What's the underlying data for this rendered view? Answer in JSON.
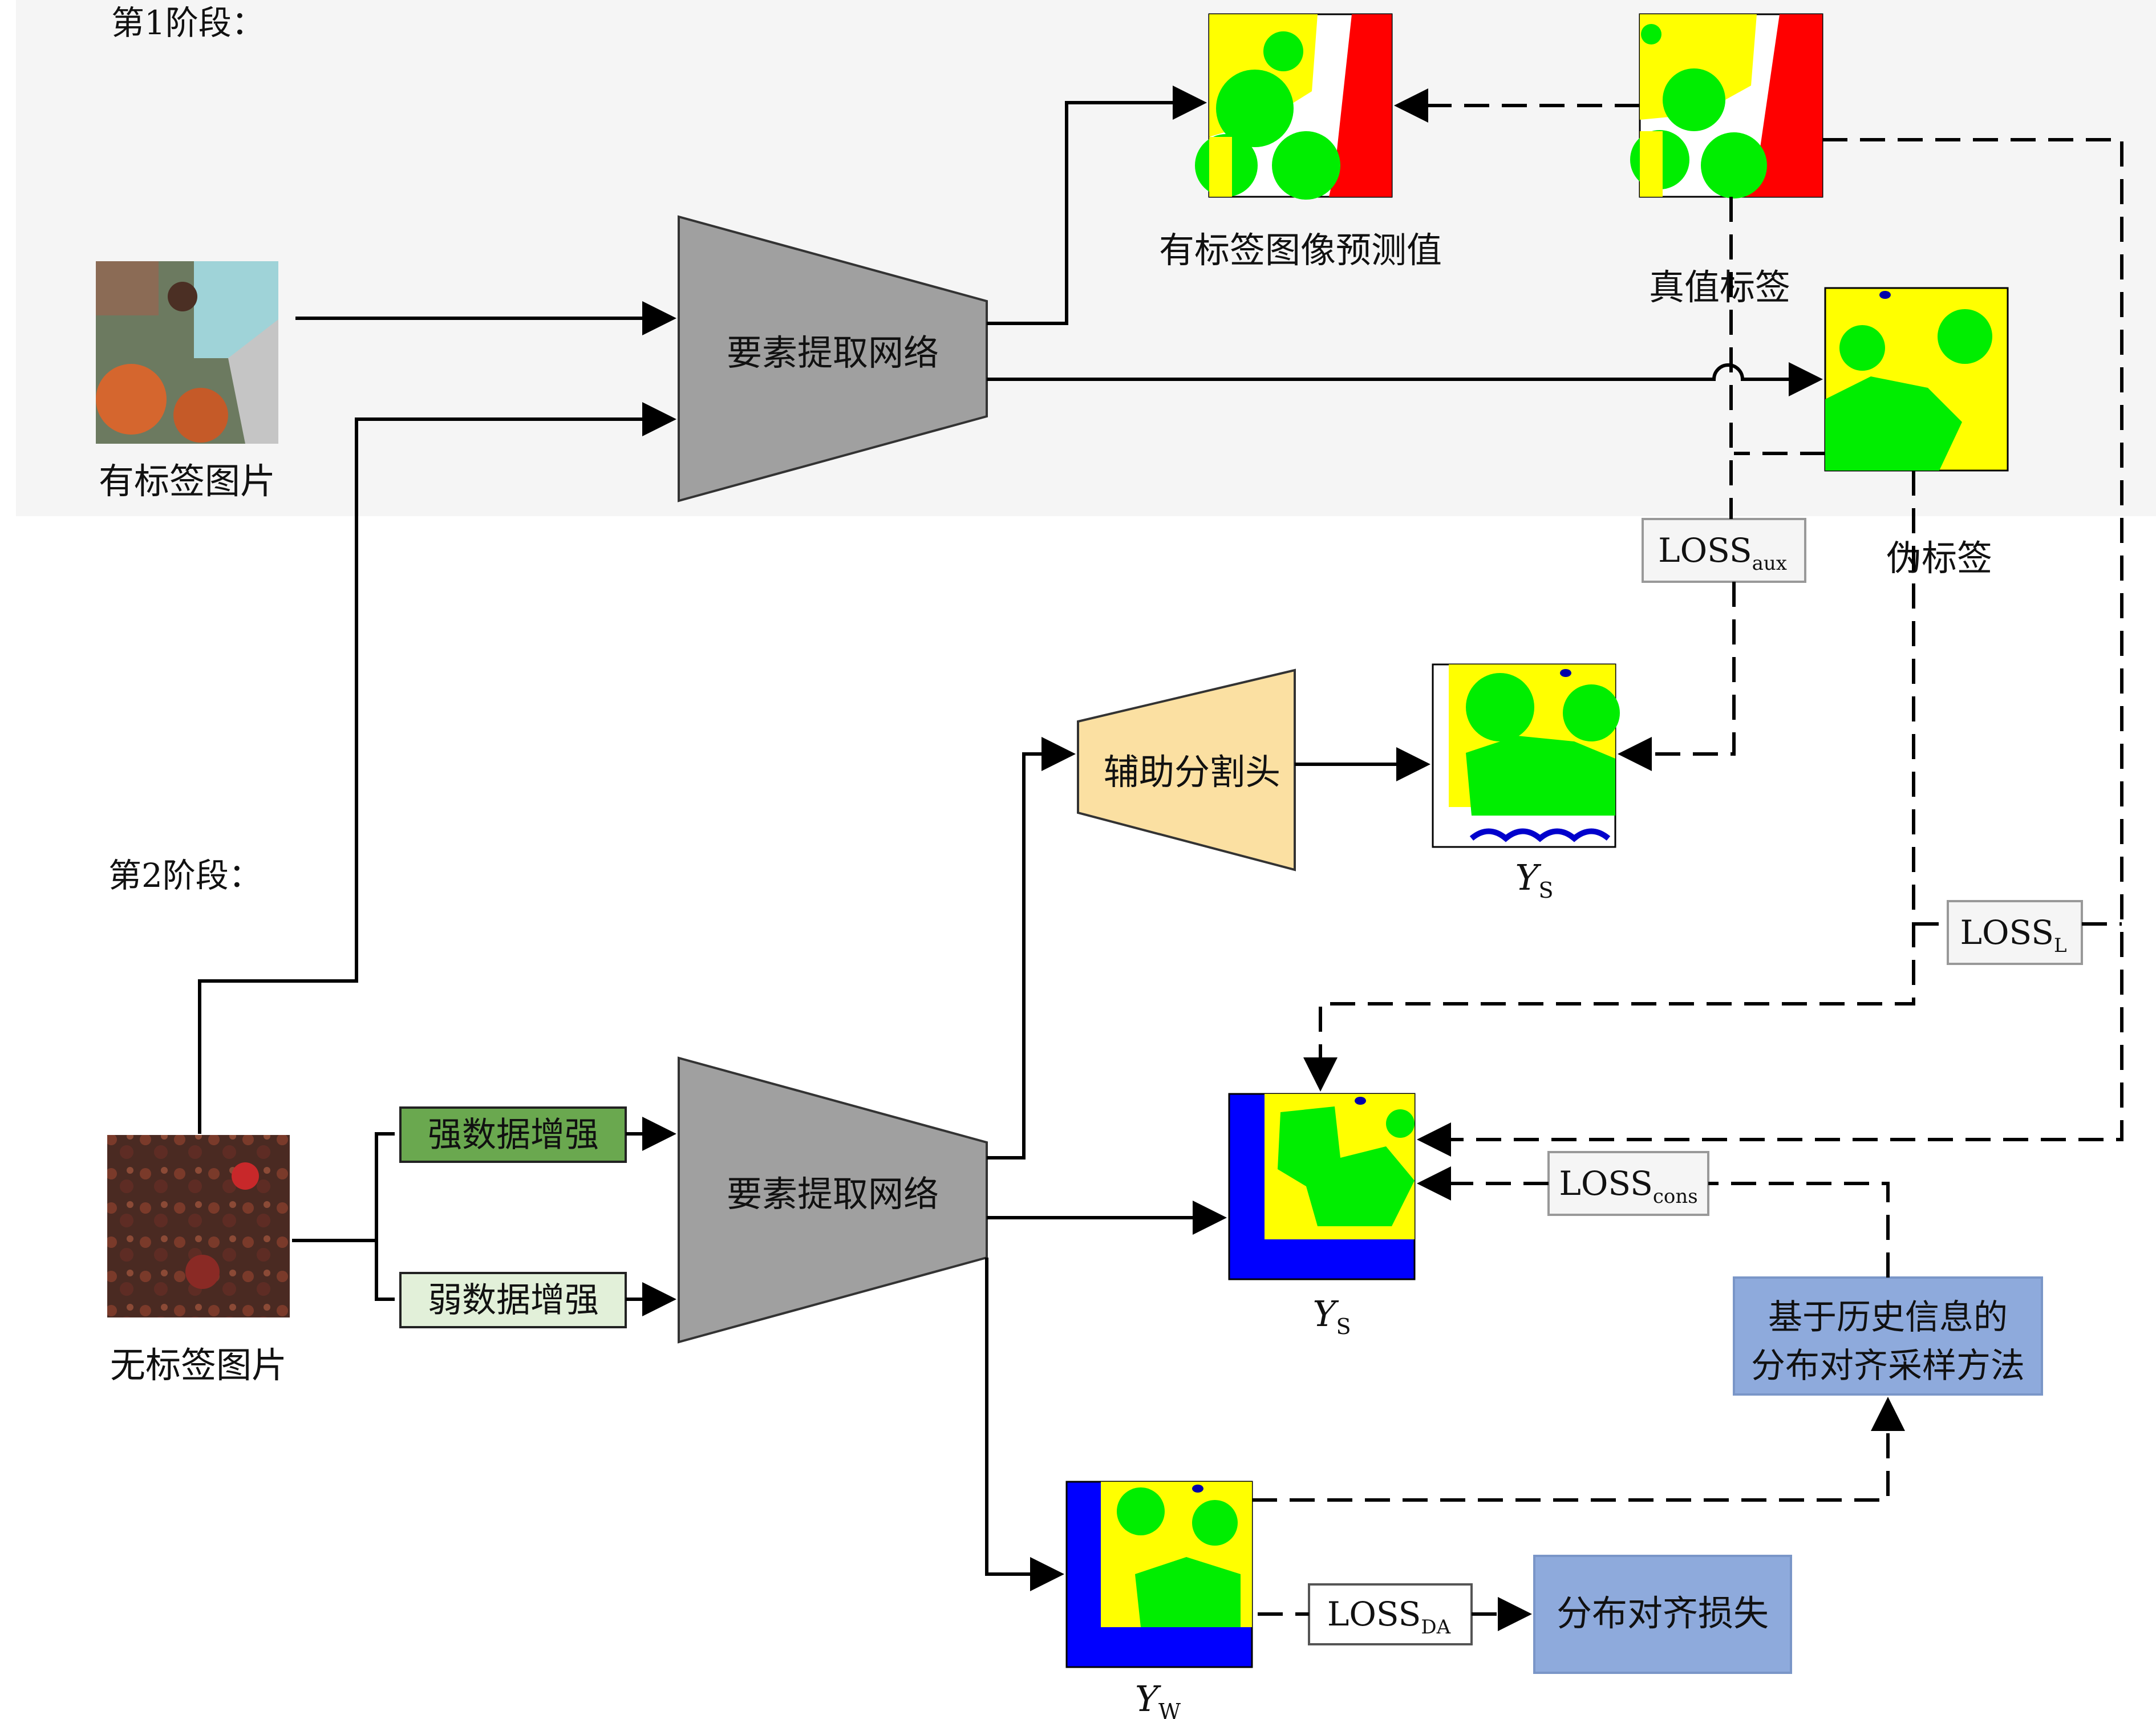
{
  "stage1": {
    "title": "第1阶段："
  },
  "stage2": {
    "title": "第2阶段："
  },
  "labeled_image": {
    "caption": "有标签图片"
  },
  "unlabeled_image": {
    "caption": "无标签图片"
  },
  "extractor1": {
    "label": "要素提取网络"
  },
  "extractor2": {
    "label": "要素提取网络"
  },
  "aux_head": {
    "label": "辅助分割头"
  },
  "pred_labeled": {
    "caption": "有标签图像预测值"
  },
  "ground_truth": {
    "caption": "真值标签"
  },
  "pseudo_label": {
    "caption": "伪标签"
  },
  "strong_aug": {
    "label": "强数据增强"
  },
  "weak_aug": {
    "label": "弱数据增强"
  },
  "ys_aux": {
    "symbol": "Y",
    "sub": "S"
  },
  "ys": {
    "symbol": "Y",
    "sub": "S"
  },
  "yw": {
    "symbol": "Y",
    "sub": "W"
  },
  "loss_aux": {
    "base": "LOSS",
    "sub": "aux"
  },
  "loss_l": {
    "base": "LOSS",
    "sub": "L"
  },
  "loss_cons": {
    "base": "LOSS",
    "sub": "cons"
  },
  "loss_da": {
    "base": "LOSS",
    "sub": "DA"
  },
  "sampling": {
    "line1": "基于历史信息的",
    "line2": "分布对齐采样方法"
  },
  "da_loss": {
    "label": "分布对齐损失"
  },
  "colors": {
    "stage_bg": "#f5f5f5",
    "extractor": "#a0a0a0",
    "aux_head": "#fbe0a2",
    "strong_aug": "#6aa84f",
    "weak_aug": "#e2f0d9",
    "blue_box": "#8eaadc",
    "seg_yellow": "#ffff00",
    "seg_green": "#00ee00",
    "seg_red": "#ff0000",
    "seg_blue": "#0000ff"
  }
}
